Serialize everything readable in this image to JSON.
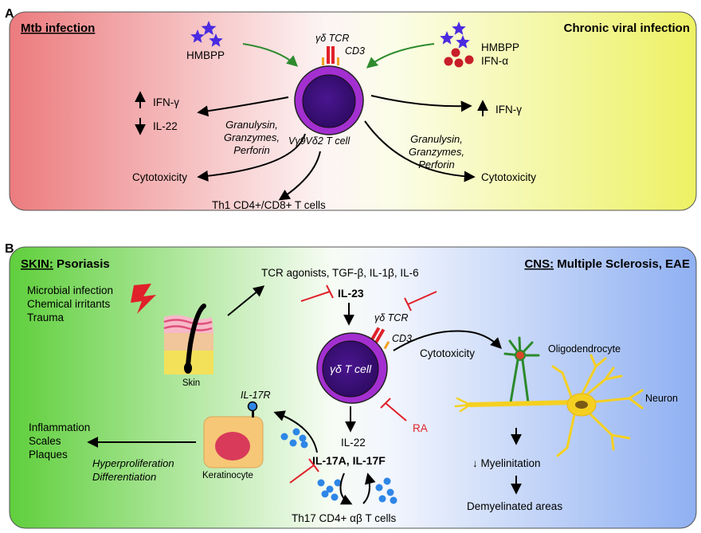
{
  "panel_a": {
    "letter": "A",
    "left_title": "Mtb infection",
    "right_title": "Chronic viral infection",
    "hmbpp_left": "HMBPP",
    "hmbpp_right": "HMBPP",
    "ifn_alpha": "IFN-α",
    "gd_tcr": "γδ TCR",
    "cd3": "CD3",
    "cell_label": "Vγ9Vδ2 T cell",
    "ifn_gamma_left": "IFN-γ",
    "il22": "IL-22",
    "granulysin_left": [
      "Granulysin,",
      "Granzymes,",
      "Perforin"
    ],
    "cytotoxicity_left": "Cytotoxicity",
    "th1": "Th1 CD4+/CD8+ T cells",
    "ifn_gamma_right": "IFN-γ",
    "granulysin_right": [
      "Granulysin,",
      "Granzymes,",
      "Perforin"
    ],
    "cytotoxicity_right": "Cytotoxicity",
    "colors": {
      "left_bg": "#ec7b7e",
      "right_bg": "#edf163",
      "cell_outer": "#a32fd0",
      "cell_inner": "#3f0f7c",
      "star": "#4a2be0",
      "dot": "#c81e2a",
      "green_arrow": "#2e8b2e"
    }
  },
  "panel_b": {
    "letter": "B",
    "skin_title_u": "SKIN:",
    "skin_title_rest": " Psoriasis",
    "cns_title_u": "CNS:",
    "cns_title_rest": " Multiple Sclerosis, EAE",
    "triggers": [
      "Microbial infection",
      "Chemical irritants",
      "Trauma"
    ],
    "skin_label": "Skin",
    "tcr_agonists": "TCR agonists, TGF-β, IL-1β, IL-6",
    "il23": "IL-23",
    "gd_tcr": "γδ TCR",
    "cd3": "CD3",
    "cell_label": "γδ T cell",
    "cytotoxicity": "Cytotoxicity",
    "oligodendrocyte": "Oligodendrocyte",
    "neuron": "Neuron",
    "myelinitation": "↓ Myelinitation",
    "demyelinated": "Demyelinated areas",
    "ra": "RA",
    "il22": "IL-22",
    "il17": "IL-17A, IL-17F",
    "th17": "Th17 CD4+ αβ T cells",
    "il17r": "IL-17R",
    "keratinocyte": "Keratinocyte",
    "inflammation": [
      "Inflammation",
      "Scales",
      "Plaques"
    ],
    "hyper": [
      "Hyperproliferation",
      "Differentiation"
    ],
    "colors": {
      "left_bg": "#5fcf3c",
      "right_bg": "#8fb0f2",
      "inhibit": "#e0202a",
      "neuron": "#f5d021",
      "dots": "#2e86e6"
    }
  }
}
